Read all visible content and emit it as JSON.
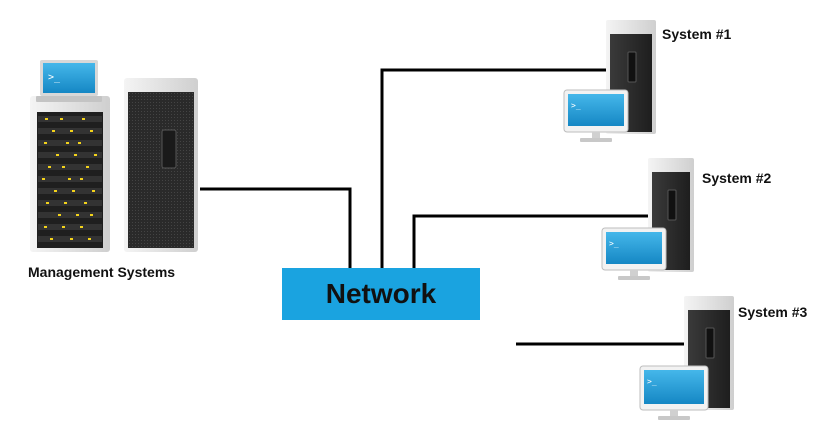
{
  "diagram": {
    "network_label": "Network",
    "management_label": "Management Systems",
    "systems": [
      {
        "label": "System #1"
      },
      {
        "label": "System #2"
      },
      {
        "label": "System #3"
      }
    ]
  },
  "colors": {
    "network_fill": "#1aa3e0",
    "line": "#000000",
    "tower_body": "#2b2b2b",
    "tower_side": "#e6e6e6",
    "screen": "#1a9bd7",
    "rack_led": "#f2d21b"
  }
}
